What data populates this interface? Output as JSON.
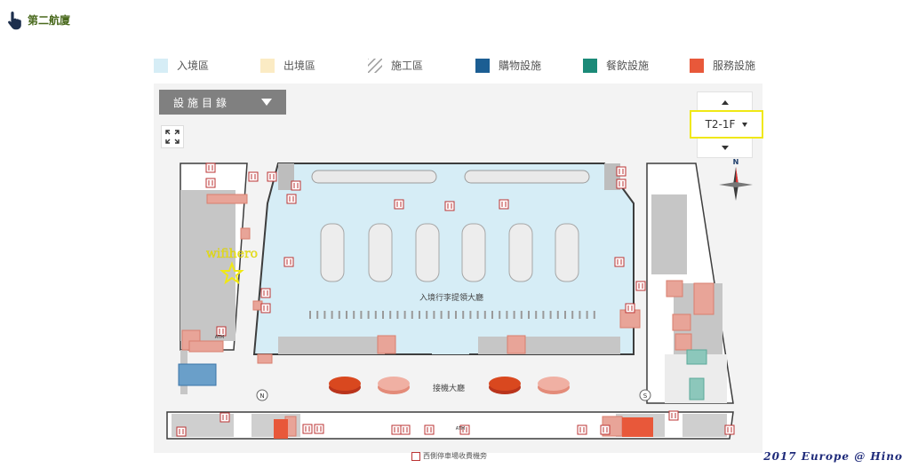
{
  "breadcrumb": {
    "icon": "pointing-hand-icon",
    "label": "第二航廈"
  },
  "legend": [
    {
      "label": "入境區",
      "color": "#d6edf6"
    },
    {
      "label": "出境區",
      "color": "#fbebc4"
    },
    {
      "label": "施工區",
      "color": "#9a9a9a"
    },
    {
      "label": "購物設施",
      "color": "#1c5e93"
    },
    {
      "label": "餐飲設施",
      "color": "#1b8a78"
    },
    {
      "label": "服務設施",
      "color": "#e8583a"
    }
  ],
  "controls": {
    "category_label": "設施目錄",
    "fullscreen_icon": "fullscreen-icon",
    "floor": "T2-1F"
  },
  "map": {
    "hall_label": "入境行李提領大廳",
    "lobby_label": "接機大廳",
    "annotation": "wifihero",
    "north": "N",
    "south": "S",
    "compass_label": "N",
    "atm": "ATM",
    "bottom_label": "西側停車場收費機旁"
  },
  "credit": "2017 Europe @ Hino"
}
